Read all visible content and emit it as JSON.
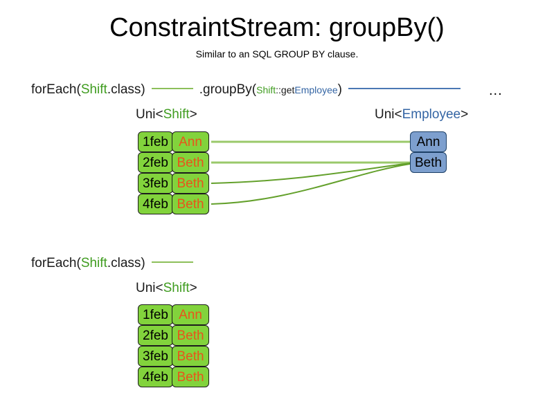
{
  "slide": {
    "title": "ConstraintStream: groupBy()",
    "subtitle": "Similar to an SQL GROUP BY clause.",
    "background": "#ffffff"
  },
  "colors": {
    "green_token": "#3f9c1f",
    "blue_token": "#3465a4",
    "green_box_fill": "#82d33c",
    "blue_box_fill": "#7d9fce",
    "orange_text": "#e8541b",
    "green_line_light": "#9ac96a",
    "green_line_dark": "#63a02b",
    "blue_line": "#4a77b4"
  },
  "code_top": {
    "prefix": "forEach(",
    "type": "Shift",
    "suffix": ".class)",
    "connector_1": "green-rule",
    "method": ".groupBy(",
    "arg_type": "Shift",
    "arg_sep": "::get",
    "arg_prop": "Employee",
    "method_close": ")",
    "connector_2": "blue-rule",
    "ellipsis": "..."
  },
  "code_bottom": {
    "prefix": "forEach(",
    "type": "Shift",
    "suffix": ".class)",
    "connector_1": "green-rule"
  },
  "labels": {
    "shift_top": {
      "prefix": "Uni<",
      "type": "Shift",
      "suffix": ">"
    },
    "employee_top": {
      "prefix": "Uni<",
      "type": "Employee",
      "suffix": ">"
    },
    "shift_bottom": {
      "prefix": "Uni<",
      "type": "Shift",
      "suffix": ">"
    }
  },
  "shift_tuples_top": [
    {
      "date": "1feb",
      "name": "Ann"
    },
    {
      "date": "2feb",
      "name": "Beth"
    },
    {
      "date": "3feb",
      "name": "Beth"
    },
    {
      "date": "4feb",
      "name": "Beth"
    }
  ],
  "shift_tuples_bottom": [
    {
      "date": "1feb",
      "name": "Ann"
    },
    {
      "date": "2feb",
      "name": "Beth"
    },
    {
      "date": "3feb",
      "name": "Beth"
    },
    {
      "date": "4feb",
      "name": "Beth"
    }
  ],
  "employee_tuples": [
    {
      "name": "Ann"
    },
    {
      "name": "Beth"
    }
  ]
}
